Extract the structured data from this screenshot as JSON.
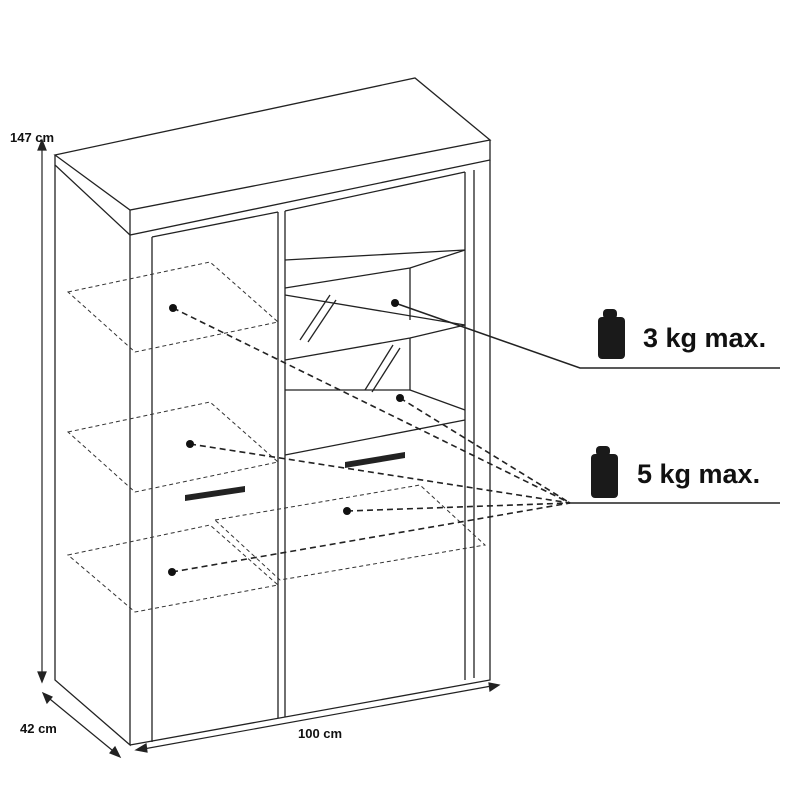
{
  "dimensions": {
    "height": "147 cm",
    "depth": "42 cm",
    "width": "100 cm"
  },
  "load_labels": [
    {
      "text": "3 kg max.",
      "icon": "weight-icon"
    },
    {
      "text": "5 kg max.",
      "icon": "weight-icon"
    }
  ],
  "colors": {
    "line": "#222222",
    "weight": "#1a1a1a"
  }
}
